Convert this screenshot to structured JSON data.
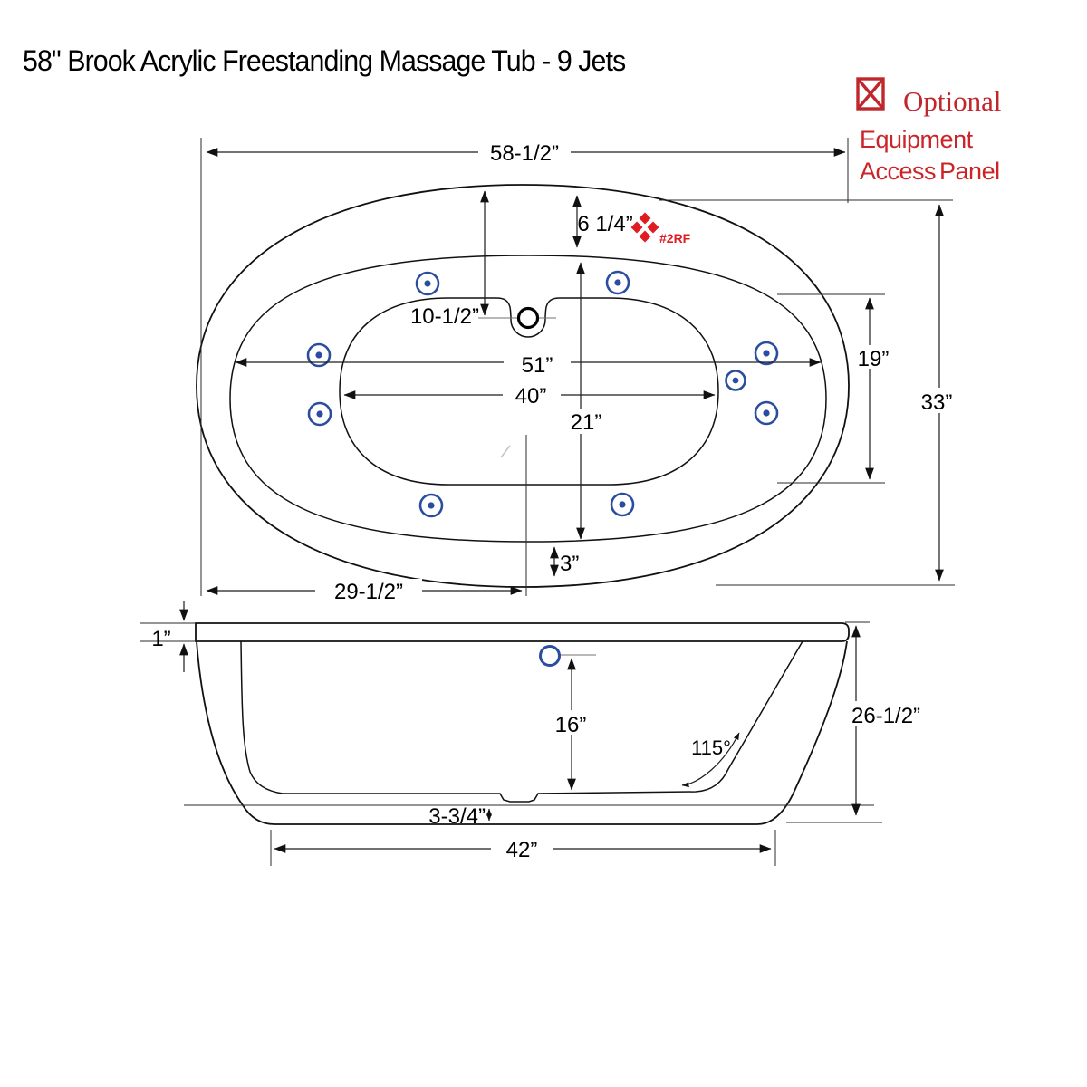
{
  "title": "58\" Brook Acrylic Freestanding Massage Tub - 9 Jets",
  "annotation": {
    "line1": "Optional",
    "line2": "Equipment",
    "line3": "Access Panel"
  },
  "logo": {
    "text": "#2RF"
  },
  "top": {
    "overall_length": "58-1/2”",
    "deck_top": "6 1/4”",
    "faucet_center": "10-1/2”",
    "rim_length": "51”",
    "basin_length": "40”",
    "basin_width": "21”",
    "rim_width": "19”",
    "overall_width": "33”",
    "deck_bottom": "3”",
    "drain_offset": "29-1/2”"
  },
  "side": {
    "rim_thickness": "1”",
    "faucet_height": "16”",
    "backrest_angle": "115°",
    "overall_height": "26-1/2”",
    "base_clearance": "3-3/4”",
    "base_length": "42”"
  },
  "meta": {
    "jet_count": 9,
    "colors": {
      "annotation_red": "#c0272d",
      "logo_red": "#e11b22",
      "jet_blue": "#2b4da0",
      "line_black": "#111111"
    }
  }
}
